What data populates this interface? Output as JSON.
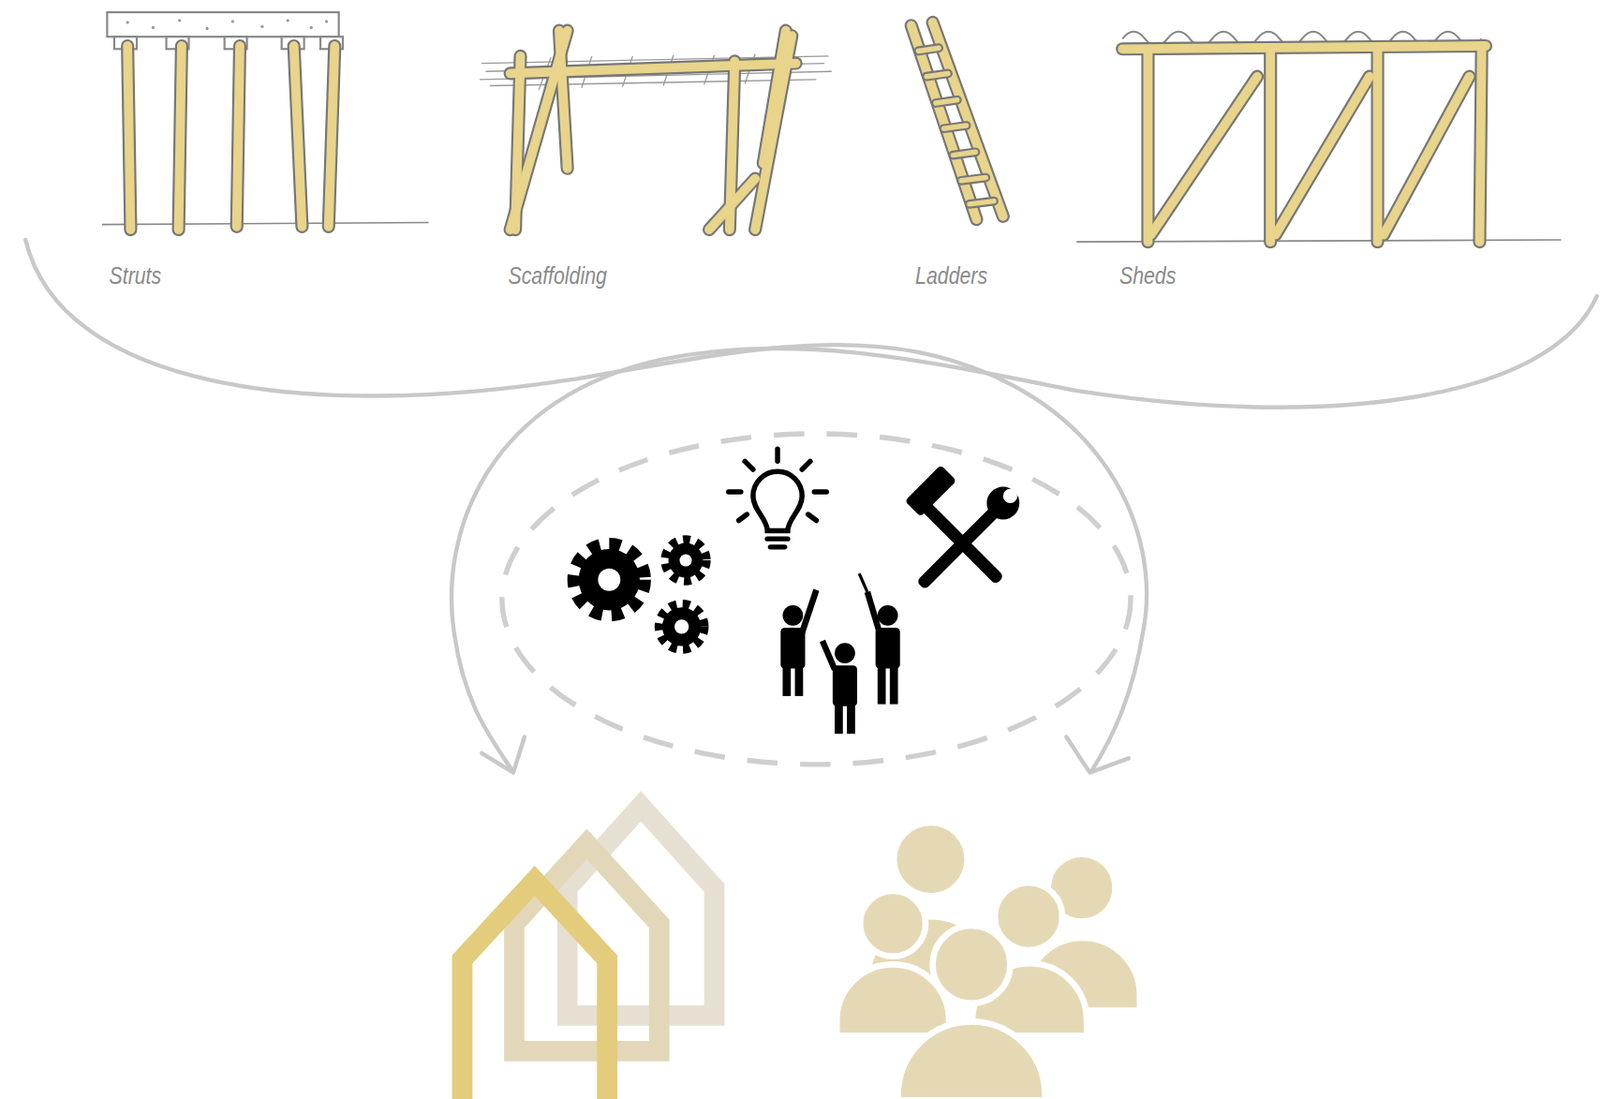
{
  "diagram": {
    "labels": [
      "Struts",
      "Scaffolding",
      "Ladders",
      "Sheds"
    ]
  }
}
